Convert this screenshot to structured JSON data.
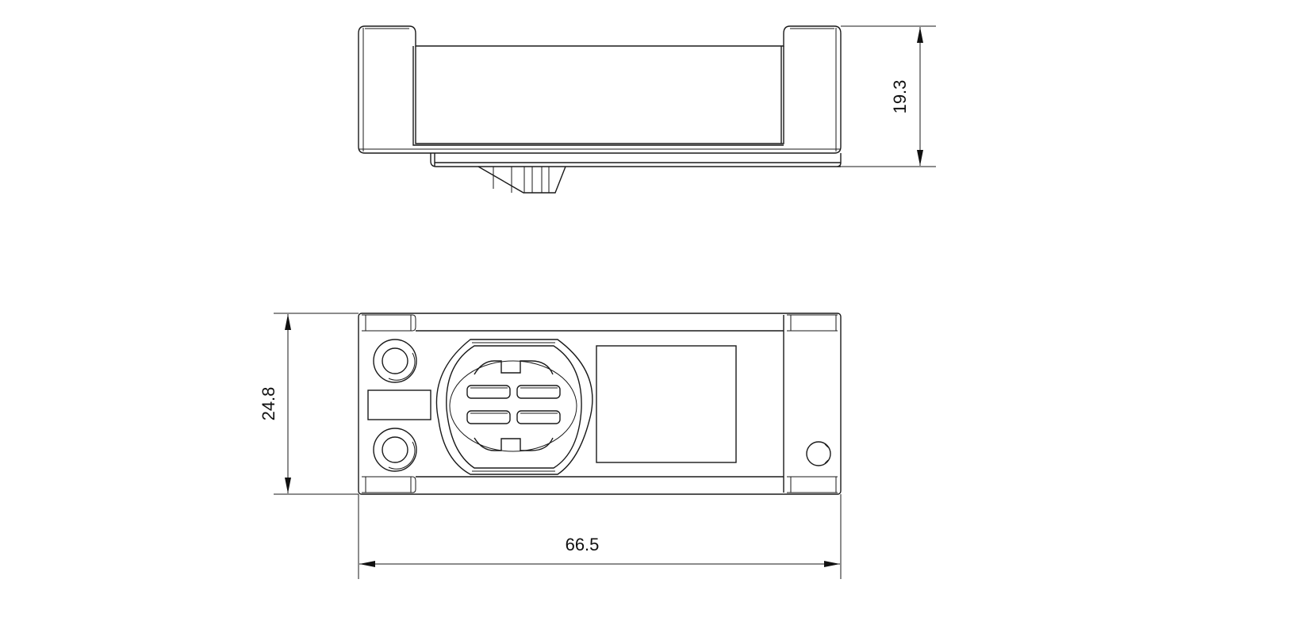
{
  "drawing": {
    "views": [
      "top-view",
      "front-view"
    ],
    "dimensions": {
      "height_top_view": "19.3",
      "height_front_view": "24.8",
      "width_front_view": "66.5"
    },
    "line_color": "#1a1a1a"
  }
}
